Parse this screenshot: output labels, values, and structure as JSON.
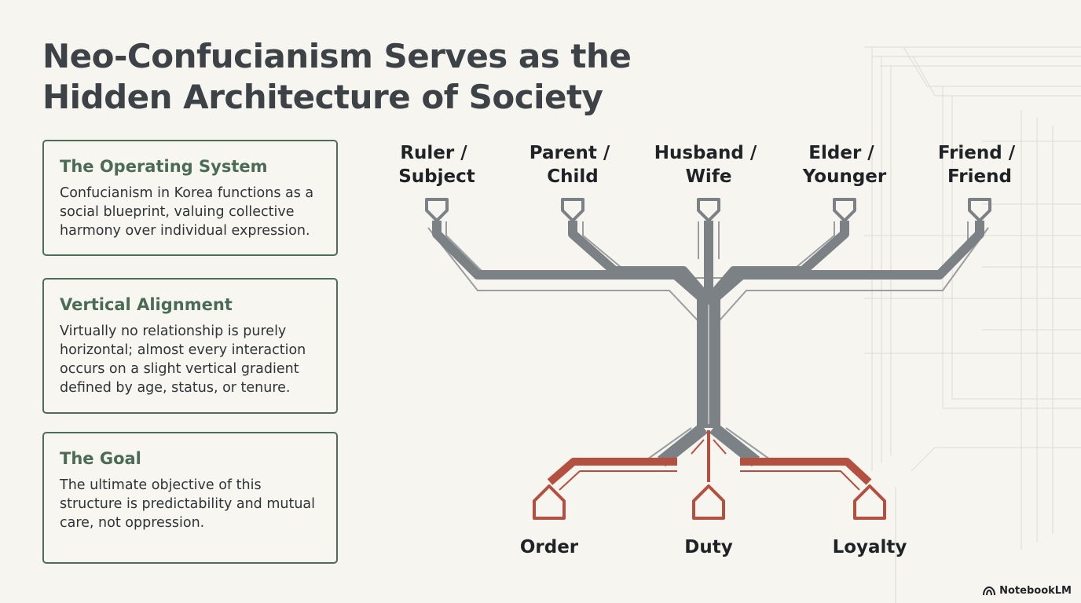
{
  "title": "Neo-Confucianism Serves as the Hidden Architecture of Society",
  "cards": [
    {
      "heading": "The Operating System",
      "body": "Confucianism in Korea functions as a social blueprint, valuing collective harmony over individual expression."
    },
    {
      "heading": "Vertical Alignment",
      "body": "Virtually no relationship is purely horizontal; almost every interaction occurs on a slight vertical gradient defined by age, status, or tenure."
    },
    {
      "heading": "The Goal",
      "body": "The ultimate objective of this structure is predictability and mutual care, not oppression."
    }
  ],
  "diagram": {
    "relationships": [
      {
        "line1": "Ruler /",
        "line2": "Subject"
      },
      {
        "line1": "Parent /",
        "line2": "Child"
      },
      {
        "line1": "Husband /",
        "line2": "Wife"
      },
      {
        "line1": "Elder /",
        "line2": "Younger"
      },
      {
        "line1": "Friend /",
        "line2": "Friend"
      }
    ],
    "outcomes": [
      "Order",
      "Duty",
      "Loyalty"
    ],
    "colors": {
      "trunk": "#7c8186",
      "outcome": "#b4503f",
      "outline": "#9a9ea1"
    }
  },
  "brand": {
    "label": "NotebookLM",
    "icon": "notebooklm-logo-icon"
  }
}
